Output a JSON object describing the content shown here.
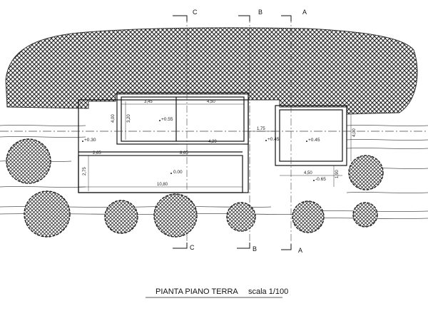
{
  "sections": {
    "c": "C",
    "b": "B",
    "a": "A"
  },
  "dimensions": {
    "d345": "3,45",
    "d450_top": "4,50",
    "d400": "4,00",
    "d320": "3,20",
    "d175": "1,75",
    "d429": "4,29",
    "d265": "2,65",
    "d865": "8,65",
    "d275": "2,75",
    "d1080": "10,80",
    "d450_right": "4,50",
    "d400_right": "4,00",
    "d190": "1,90"
  },
  "levels": {
    "l_plus055": "+0.55",
    "l_plus030": "+0.30",
    "l_plus045a": "+0.45",
    "l_plus045b": "+0.45",
    "l_000": "0.00",
    "l_minus065": "-0.65"
  },
  "title": {
    "label": "PIANTA PIANO TERRA",
    "scale": "scala 1/100"
  }
}
